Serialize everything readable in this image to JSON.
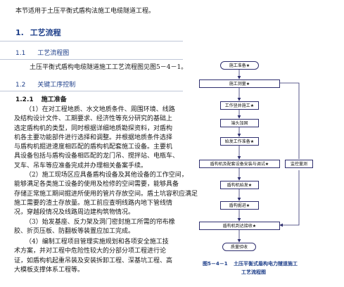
{
  "intro": "本节适用于土压平衡式盾构法施工电缆隧道工程。",
  "section1": {
    "number": "1.",
    "title": "工艺流程"
  },
  "section1_1": {
    "number": "1.1",
    "title": "工艺流程图"
  },
  "section1_1_text": "土压平衡式盾构电缆隧道施工工艺流程图见图5－4－1。",
  "section1_2": {
    "number": "1.2",
    "title": "关键工序控制"
  },
  "section1_2_1": {
    "number": "1.2.1",
    "title": "施工准备"
  },
  "paragraphs": [
    {
      "lines": [
        "（1）在对工程地质、水文地质条件、周围环境、线路",
        "及结构设计文件、工期要求、经济性等充分研究的基础上",
        "选定盾构机的类型，同时根据详细地质勘探资料，对盾构",
        "机各主要功能部件进行选择和调整。并根据地质条件选择",
        "与盾构机掘进速度相匹配的盾构机配套施工设备。主要机",
        "具设备包括与盾构设备相匹配的龙门吊、搅拌站、电瓶车、",
        "叉车、吊车等应准备完成并办理相关备案手续。"
      ]
    },
    {
      "lines": [
        "（2）施工现场区应具备盾构设备及其他设备的工作空间，",
        "能够满足各类施工设备的使用及检修的空间需要，能够具备",
        "存储正常施工期间掘进所使用的管片存放空间。盾土坑容积应满足",
        "施工需要的渣土存放量。施工前应查明线路内地下管线情",
        "况，穿越段情况及线路周边建构筑物情况。"
      ]
    },
    {
      "lines": [
        "（3）始发基座、反力架及洞门密封施工所需的帘布橡",
        "胶、折页压板、防翻板等装置应加工完成。"
      ]
    },
    {
      "lines": [
        "（4）编制工程项目管理实施规划和各项安全施工技",
        "术方案，并对工程中危险性较大的分部分项工程进行论",
        "证，如盾构机起重吊装及安装拆卸工程、深基坑工程、高",
        "大模板支撑体系工程等。"
      ]
    }
  ],
  "flowchart": {
    "steps": [
      "施工准备★",
      "施工测量★",
      "工作竖井施工★",
      "端头加固",
      "始发工作准备★",
      "盾构机及配套设备安装与调试★",
      "盾构机始发★",
      "盾构掘进★",
      "盾构机到达接收★",
      "质量验收"
    ],
    "side_box": "监控量测",
    "caption_number": "图5－4－1",
    "caption_title_line1": "土压平衡式盾构电力隧道施工",
    "caption_title_line2": "工艺流程图"
  },
  "colors": {
    "heading_blue": "#1e3f8a",
    "box_border": "#2f2f6f",
    "arrow": "#2f2f6f"
  }
}
